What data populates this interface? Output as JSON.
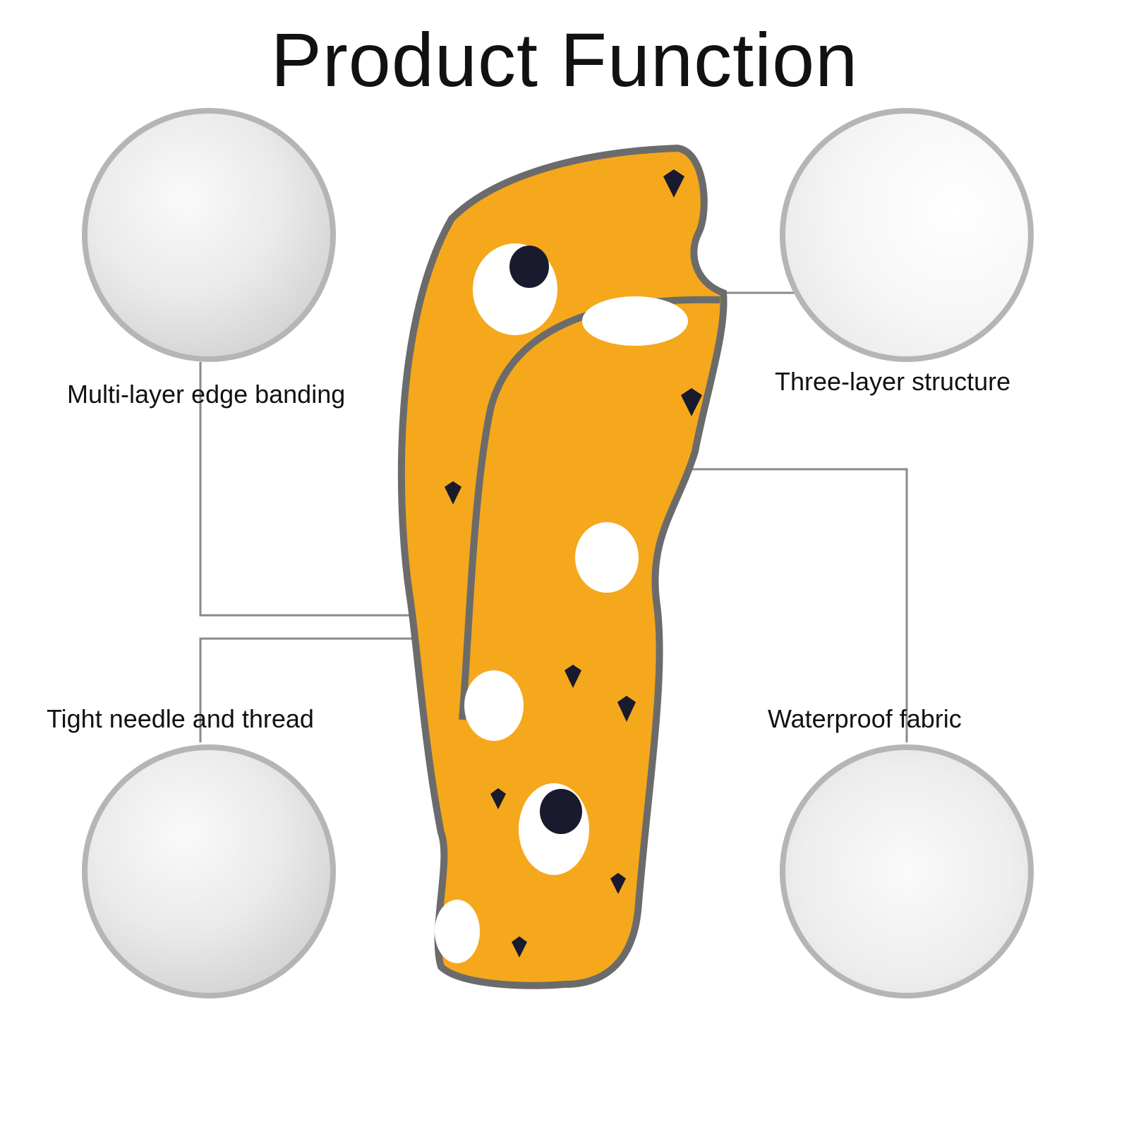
{
  "title": "Product Function",
  "features": {
    "top_left": "Multi-layer edge banding",
    "top_right": "Three-layer structure",
    "bottom_left": "Tight needle and thread",
    "bottom_right": "Waterproof fabric"
  },
  "colors": {
    "product": "#f5a81c",
    "trim": "#6b6b6b",
    "circle_border": "#b5b5b5",
    "line": "#8a8a8a"
  }
}
